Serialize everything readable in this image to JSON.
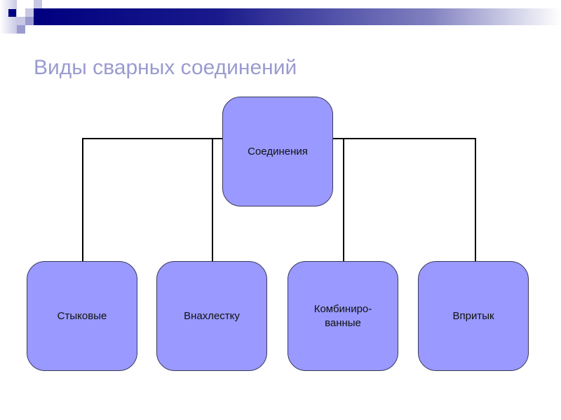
{
  "title": "Виды сварных соединений",
  "root": {
    "label": "Соединения"
  },
  "children": [
    {
      "label": "Стыковые"
    },
    {
      "label": "Внахлестку"
    },
    {
      "label": "Комбиниро-\nванные"
    },
    {
      "label": "Впритык"
    }
  ],
  "colors": {
    "box_fill": "#9999ff",
    "title": "#9b9bd0",
    "accent": "#000080"
  }
}
